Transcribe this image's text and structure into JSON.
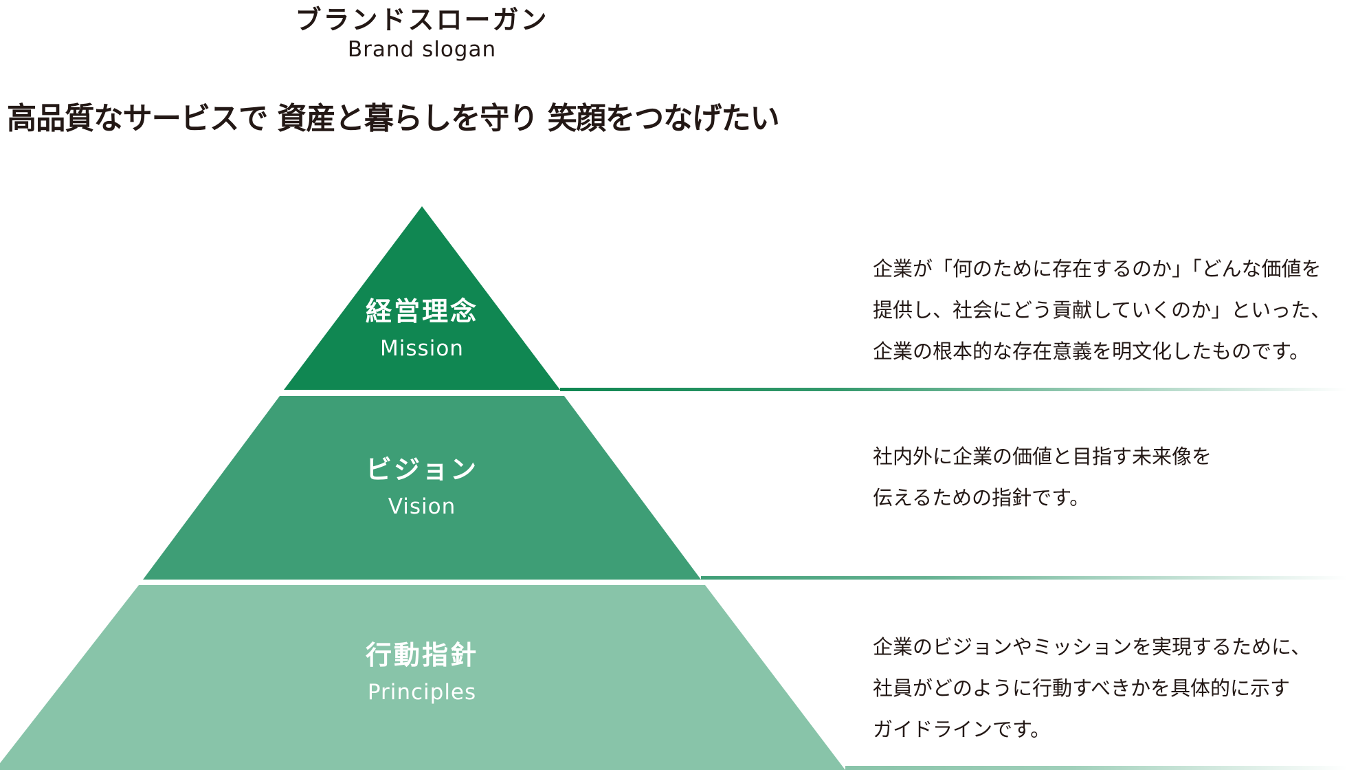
{
  "header": {
    "title_ja": "ブランドスローガン",
    "title_en": "Brand slogan",
    "slogan": "高品質なサービスで 資産と暮らしを守り 笑顔をつなげたい"
  },
  "colors": {
    "tier1": "#108752",
    "tier2": "#3e9e76",
    "tier3": "#88c4a9",
    "text": "#231815"
  },
  "pyramid": [
    {
      "id": "mission",
      "label_ja": "経営理念",
      "label_en": "Mission",
      "description": [
        "企業が「何のために存在するのか」「どんな価値を",
        "提供し、社会にどう貢献していくのか」といった、",
        "企業の根本的な存在意義を明文化したものです。"
      ]
    },
    {
      "id": "vision",
      "label_ja": "ビジョン",
      "label_en": "Vision",
      "description": [
        "社内外に企業の価値と目指す未来像を",
        "伝えるための指針です。"
      ]
    },
    {
      "id": "principles",
      "label_ja": "行動指針",
      "label_en": "Principles",
      "description": [
        "企業のビジョンやミッションを実現するために、",
        "社員がどのように行動すべきかを具体的に示す",
        "ガイドラインです。"
      ]
    }
  ]
}
